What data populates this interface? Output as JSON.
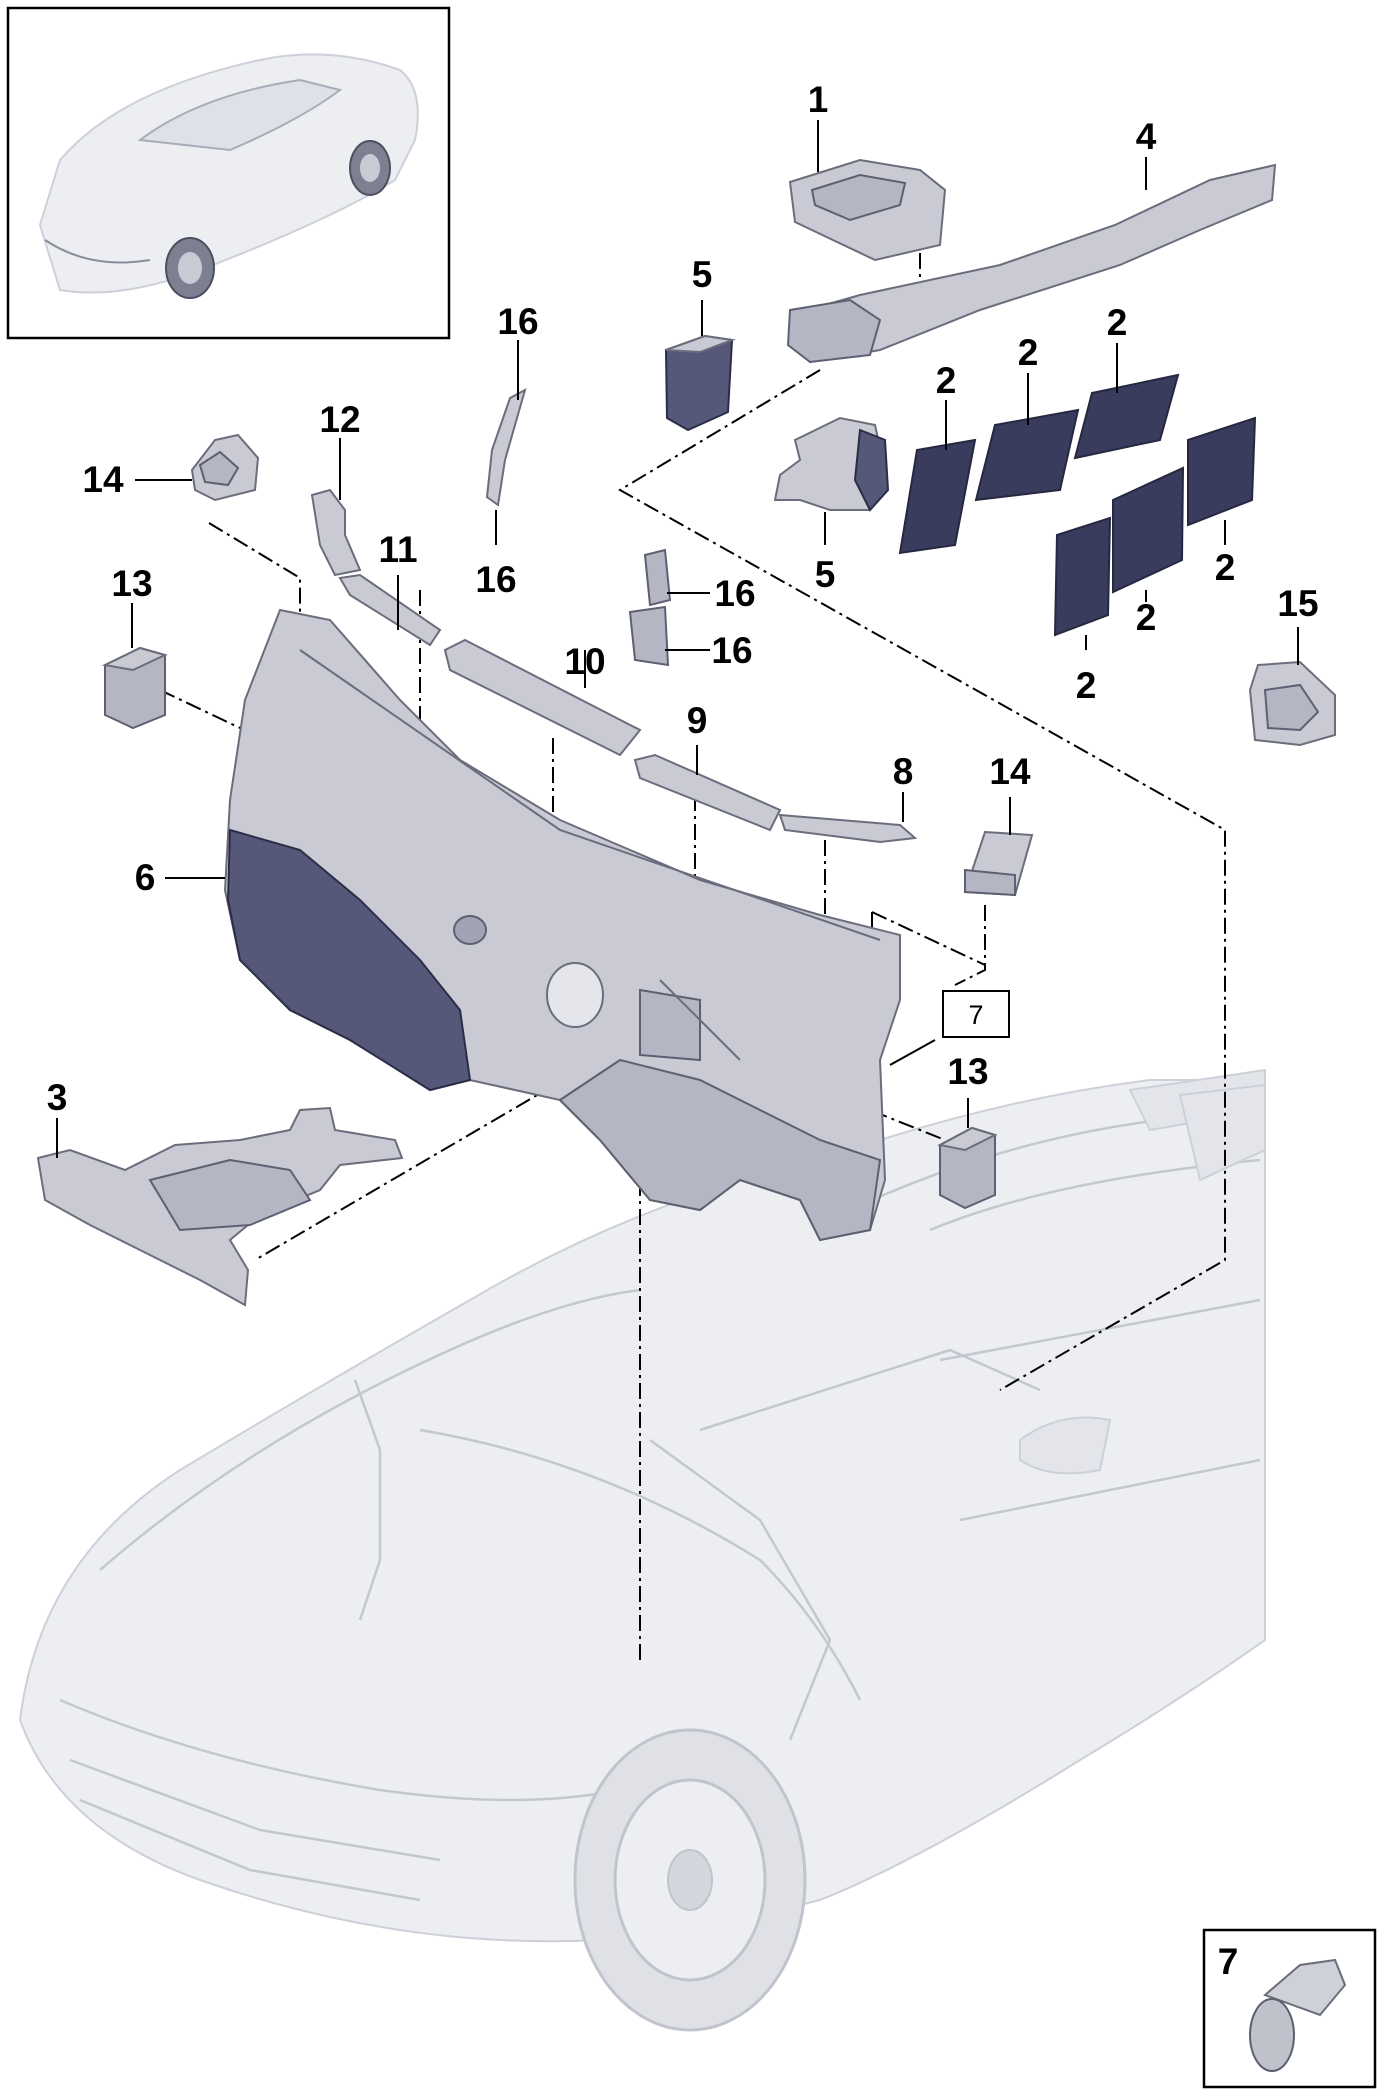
{
  "callouts": [
    {
      "id": "c1",
      "text": "1"
    },
    {
      "id": "c4",
      "text": "4"
    },
    {
      "id": "c5a",
      "text": "5"
    },
    {
      "id": "c5b",
      "text": "5"
    },
    {
      "id": "c2a",
      "text": "2"
    },
    {
      "id": "c2b",
      "text": "2"
    },
    {
      "id": "c2c",
      "text": "2"
    },
    {
      "id": "c2d",
      "text": "2"
    },
    {
      "id": "c2e",
      "text": "2"
    },
    {
      "id": "c2f",
      "text": "2"
    },
    {
      "id": "c16a",
      "text": "16"
    },
    {
      "id": "c16b",
      "text": "16"
    },
    {
      "id": "c16c",
      "text": "16"
    },
    {
      "id": "c16d",
      "text": "16"
    },
    {
      "id": "c12",
      "text": "12"
    },
    {
      "id": "c14a",
      "text": "14"
    },
    {
      "id": "c14b",
      "text": "14"
    },
    {
      "id": "c11",
      "text": "11"
    },
    {
      "id": "c13a",
      "text": "13"
    },
    {
      "id": "c13b",
      "text": "13"
    },
    {
      "id": "c10",
      "text": "10"
    },
    {
      "id": "c9",
      "text": "9"
    },
    {
      "id": "c8",
      "text": "8"
    },
    {
      "id": "c15",
      "text": "15"
    },
    {
      "id": "c6",
      "text": "6"
    },
    {
      "id": "c3",
      "text": "3"
    }
  ],
  "boxed_label": "7",
  "detail_box_label": "7",
  "colors": {
    "insulation_grey": "#c9cad3",
    "insulation_dark": "#3a3c5e",
    "ghost_car": "#c4c7cf"
  }
}
